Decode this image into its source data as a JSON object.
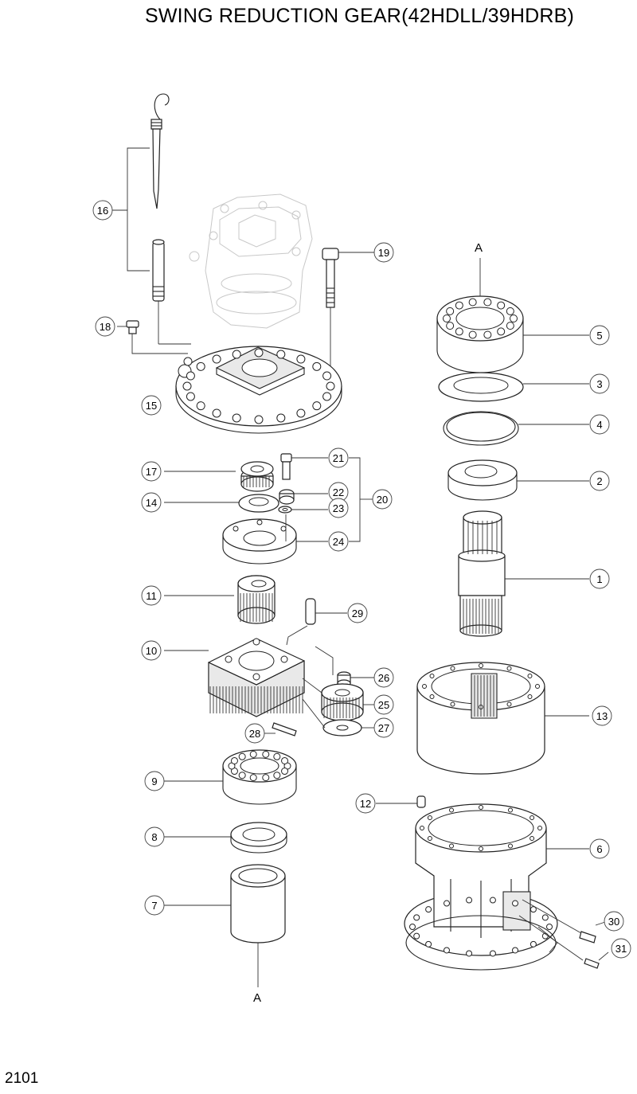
{
  "title": "SWING REDUCTION GEAR(42HDLL/39HDRB)",
  "page_number": "2101",
  "connection_mark": "A",
  "callouts": [
    "1",
    "2",
    "3",
    "4",
    "5",
    "6",
    "7",
    "8",
    "9",
    "10",
    "11",
    "12",
    "13",
    "14",
    "15",
    "16",
    "17",
    "18",
    "19",
    "20",
    "21",
    "22",
    "23",
    "24",
    "25",
    "26",
    "27",
    "28",
    "29",
    "30",
    "31"
  ]
}
